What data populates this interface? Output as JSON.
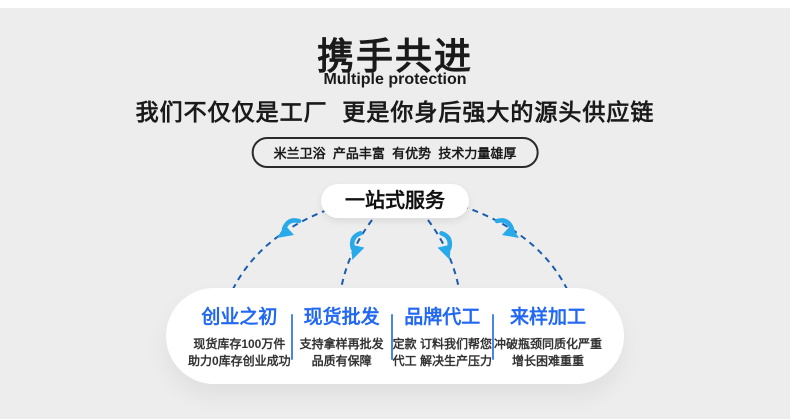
{
  "header": {
    "title": "携手共进",
    "subtitle_en": "Multiple protection",
    "tagline": "我们不仅仅是工厂  更是你身后强大的源头供应链",
    "badge": "米兰卫浴  产品丰富  有优势  技术力量雄厚"
  },
  "hub": {
    "label": "一站式服务"
  },
  "services": [
    {
      "title": "创业之初",
      "line1": "现货库存100万件",
      "line2": "助力0库存创业成功"
    },
    {
      "title": "现货批发",
      "line1": "支持拿样再批发",
      "line2": "品质有保障"
    },
    {
      "title": "品牌代工",
      "line1": "定款 订料我们帮您",
      "line2": "代工 解决生产压力"
    },
    {
      "title": "来样加工",
      "line1": "冲破瓶颈同质化严重",
      "line2": "增长困难重重"
    }
  ],
  "colors": {
    "accent_blue": "#2268f2",
    "arrow_cyan": "#28a9e9",
    "dash_blue": "#1a5cb0",
    "background": "#ededed",
    "text_dark": "#333333"
  }
}
